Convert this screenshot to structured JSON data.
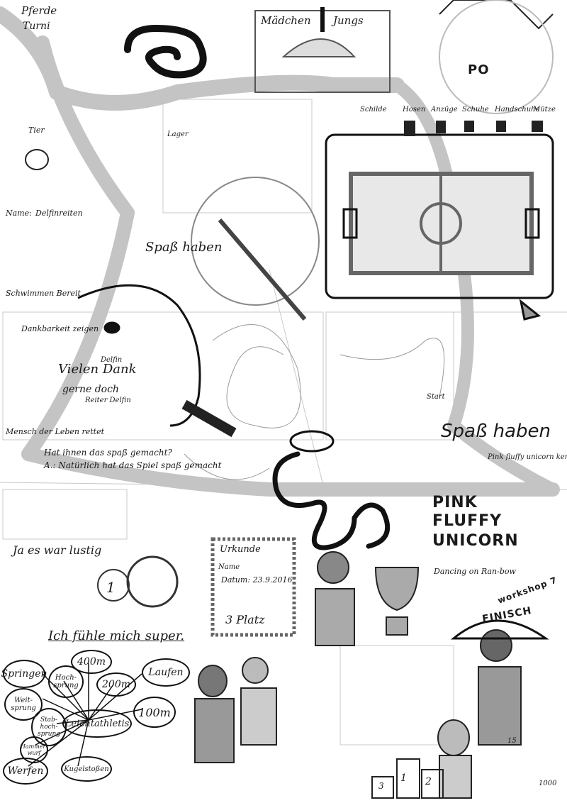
{
  "texts": {
    "pferde": "Pferde",
    "turnier": "Turni",
    "maedchen": "Mädchen",
    "jungs": "Jungs",
    "tier": "Tier",
    "spass_haben_1": "Spaß haben",
    "spass_haben_2": "Spaß haben",
    "name_label": "Name:",
    "name_value": "Delfinreiten",
    "schwimmen_bereit": "Schwimmen Bereit",
    "dankbarkeit": "Dankbarkeit zeigen",
    "vielen_dank": "Vielen Dank",
    "gerne_doch": "gerne doch",
    "delfin": "Delfin",
    "reiter_delfin": "Reiter Delfin",
    "mensch_leben": "Mensch der Leben rettet",
    "frage": "Hat ihnen das spaß gemacht?",
    "antwort": "A.: Natürlich hat das Spiel spaß gemacht",
    "ja_lustig": "Ja es war lustig",
    "urkunde": "Urkunde",
    "urkunde_name": "Name",
    "urkunde_datum": "Datum: 23.9.2016",
    "platz": "3 Platz",
    "pink": "PINK",
    "fluffy": "FLUFFY",
    "unicorn": "UNICORN",
    "pink_fluffy_small": "Pink fluffy unicorn kennen!!",
    "dancing": "Dancing on Ran-bow",
    "workshop": "workshop 7",
    "finisch": "FINISCH",
    "ich_fuehle": "Ich fühle mich super.",
    "shields": [
      "Schilde",
      "Hosen",
      "Anzüge",
      "Schuhe",
      "Handschuhe",
      "Mütze"
    ],
    "lager": "Lager",
    "start": "Start",
    "po": "PO",
    "num_1": "1",
    "num_2": "2",
    "num_3": "3",
    "num_15": "15",
    "num_1000": "1000"
  },
  "mindmap": {
    "springen": "Springen",
    "hochsprung": "Hoch-sprung",
    "m400": "400m",
    "m200": "200m",
    "laufen": "Laufen",
    "weitsprung": "Weit-sprung",
    "stabhoch": "Stab-hoch-sprung",
    "leichtathletik": "Leichtathletis",
    "m100": "100m",
    "hammerwurf": "Hammer-wurf",
    "werfen": "Werfen",
    "kugelstossen": "Kugelstoßen"
  },
  "colors": {
    "ink": "#1a1a1a",
    "pencil": "#9a9a9a",
    "marker_band": "#c4c4c4",
    "shade": "#bdbdbd"
  }
}
